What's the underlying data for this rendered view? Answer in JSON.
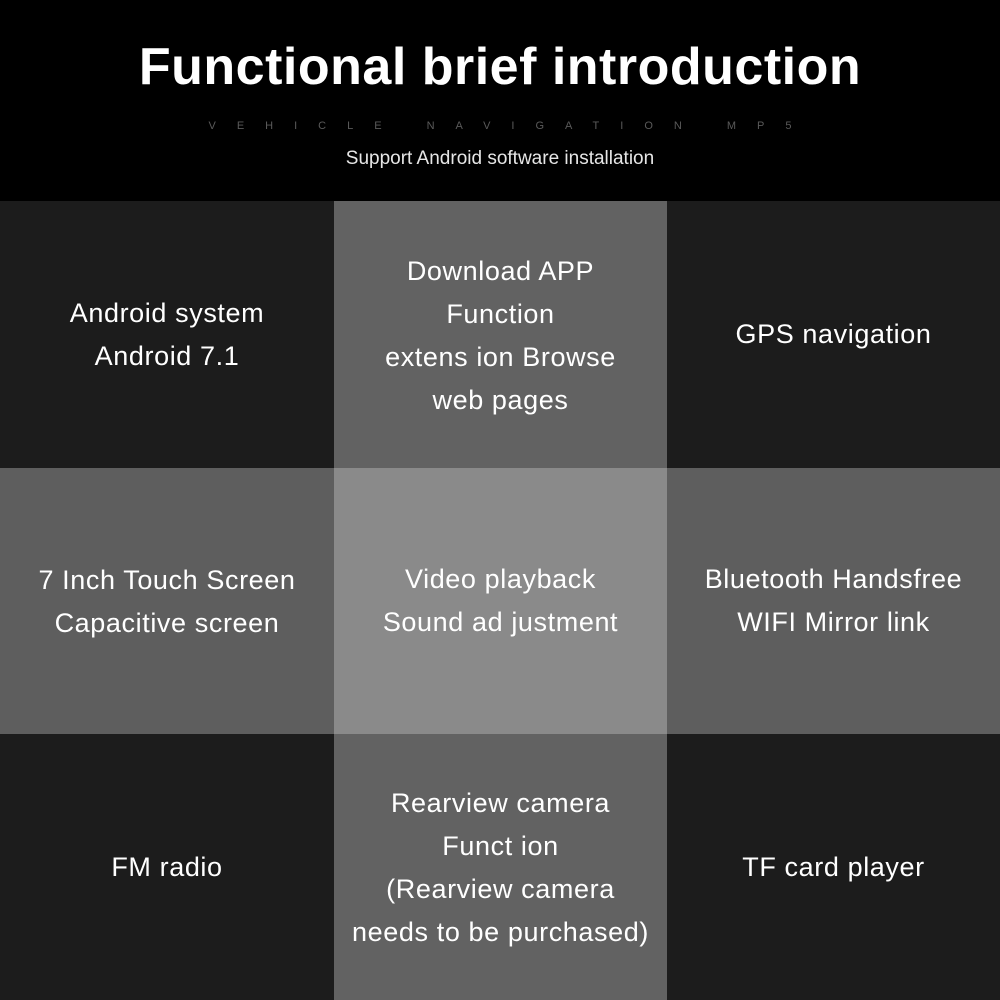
{
  "header": {
    "title": "Functional brief introduction",
    "tagline": "VEHICLE NAVIGATION MP5",
    "subtitle": "Support Android software installation"
  },
  "features": [
    {
      "text": "Android system\nAndroid 7.1"
    },
    {
      "text": "Download APP\nFunction\nextens ion Browse\nweb pages"
    },
    {
      "text": "GPS navigation"
    },
    {
      "text": "7 Inch Touch Screen\nCapacitive screen"
    },
    {
      "text": "Video playback\nSound ad justment"
    },
    {
      "text": "Bluetooth Handsfree\nWIFI Mirror link"
    },
    {
      "text": "FM radio"
    },
    {
      "text": "Rearview camera\nFunct ion\n(Rearview camera\nneeds to be purchased)"
    },
    {
      "text": "TF card player"
    }
  ],
  "colors": {
    "dark_cell": "#1c1c1c",
    "mid_cell": "#626262",
    "light_cell": "#8a8a8a",
    "header_bg": "#000000",
    "text": "#ffffff"
  }
}
